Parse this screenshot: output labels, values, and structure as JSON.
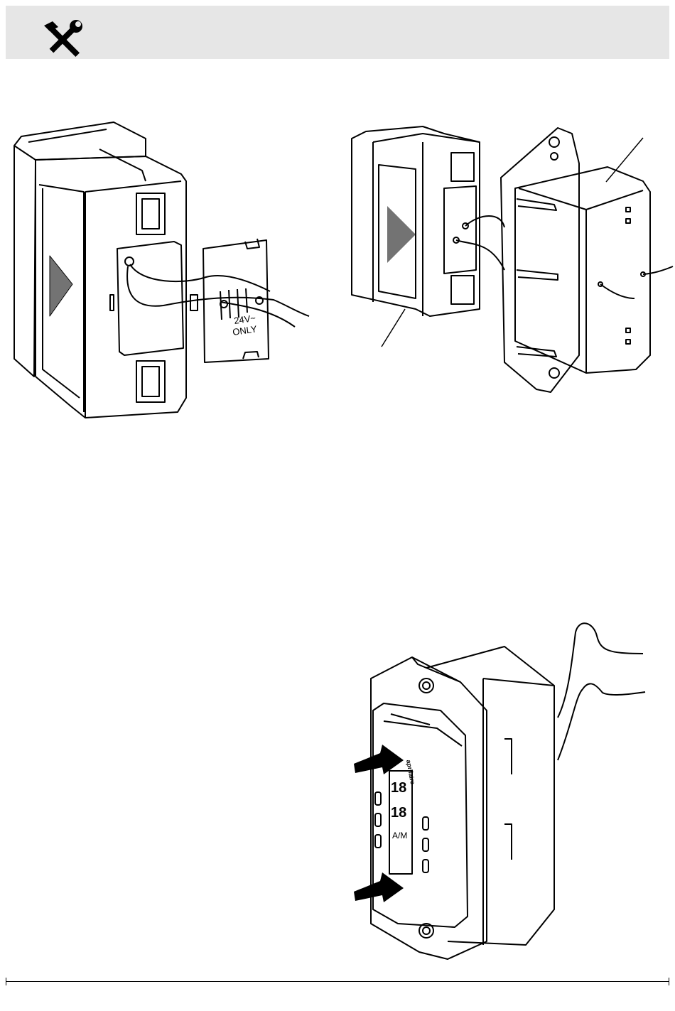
{
  "header": {
    "icon": "tools-icon",
    "background": "#e6e6e6"
  },
  "figures": {
    "fig1": {
      "label_line1": "24V~",
      "label_line2": "ONLY"
    },
    "fig3": {
      "brand": "aprilaire",
      "display_digits_1": "18",
      "display_digits_2": "18",
      "display_mode": "A/M"
    }
  },
  "footer": {
    "rule": true
  }
}
